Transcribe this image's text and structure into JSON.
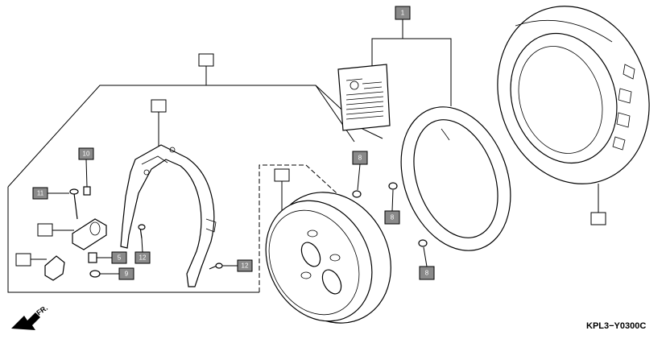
{
  "diagram": {
    "drawing_code": "KPL3−Y0300C",
    "front_marker": "FR.",
    "callouts": {
      "c1": "1",
      "c5": "5",
      "c8a": "8",
      "c8b": "8",
      "c8c": "8",
      "c9": "9",
      "c10": "10",
      "c11": "11",
      "c12a": "12",
      "c12b": "12"
    }
  }
}
